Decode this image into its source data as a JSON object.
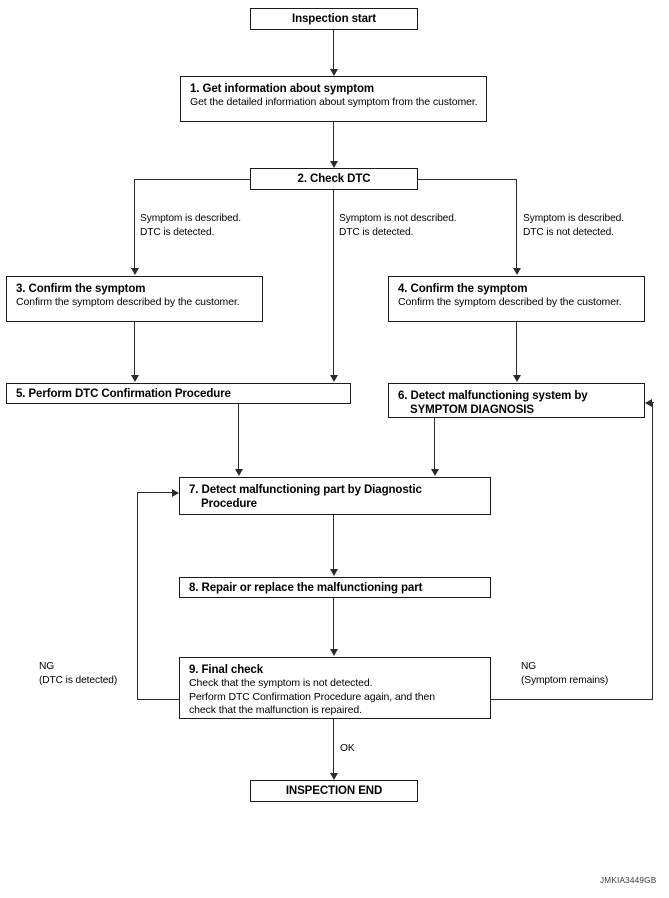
{
  "diagram": {
    "figure_code": "JMKIA3449GB",
    "nodes": {
      "start": {
        "label": "Inspection start"
      },
      "n1": {
        "title": "1. Get information about symptom",
        "body": "Get the detailed information about symptom from the customer."
      },
      "n2": {
        "title": "2. Check DTC"
      },
      "n3": {
        "title": "3. Confirm the symptom",
        "body": "Confirm the symptom described by the customer."
      },
      "n4": {
        "title": "4. Confirm the symptom",
        "body": "Confirm the symptom described by the customer."
      },
      "n5": {
        "title": "5. Perform DTC Confirmation Procedure"
      },
      "n6": {
        "title_line1": "6. Detect malfunctioning system by",
        "title_line2": "SYMPTOM DIAGNOSIS"
      },
      "n7": {
        "title_line1": "7. Detect malfunctioning part by Diagnostic",
        "title_line2": "Procedure"
      },
      "n8": {
        "title": "8. Repair or replace the malfunctioning part"
      },
      "n9": {
        "title": "9. Final check",
        "body": "Check that the symptom is not detected.\nPerform DTC Confirmation Procedure again, and then\ncheck that the malfunction is repaired."
      },
      "end": {
        "label": "INSPECTION END"
      }
    },
    "edge_labels": {
      "branch_left": "Symptom is described.\nDTC is detected.",
      "branch_middle": "Symptom is not described.\nDTC is detected.",
      "branch_right": "Symptom is described.\nDTC is not detected.",
      "loop_left": "NG\n(DTC is detected)",
      "loop_right": "NG\n(Symptom remains)",
      "ok": "OK"
    }
  }
}
